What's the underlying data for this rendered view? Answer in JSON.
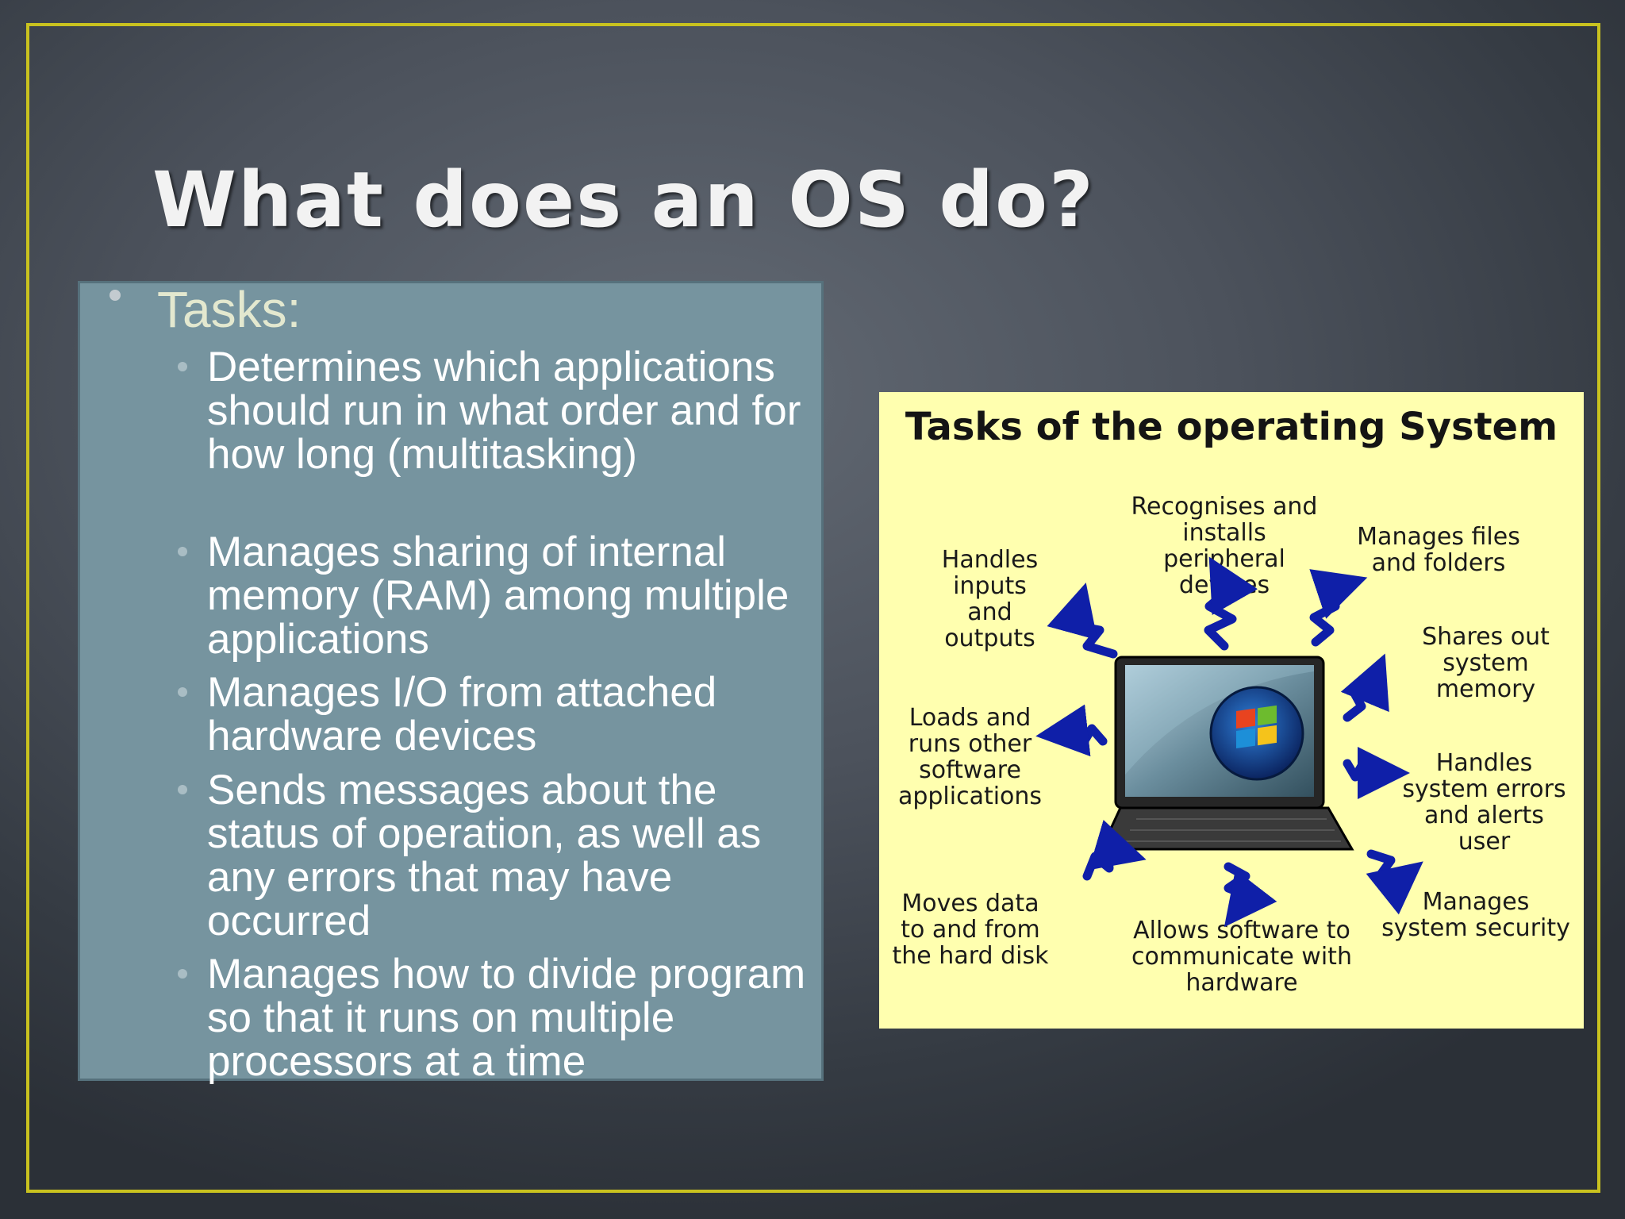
{
  "slide": {
    "title": "What does an OS do?",
    "heading": "Tasks:",
    "tasks": [
      "Determines which applications should run in what order and for how long (multitasking)",
      "Manages sharing of internal memory (RAM) among multiple applications",
      "Manages I/O from attached hardware devices",
      "Sends messages about the status of operation, as well as any errors that may have occurred",
      "Manages how to divide program so that it runs on multiple processors at a time"
    ]
  },
  "figure": {
    "title": "Tasks of the operating System",
    "labels": {
      "handles_io": "Handles inputs and outputs",
      "peripherals": "Recognises and installs peripheral devices",
      "files": "Manages files and folders",
      "memory": "Shares out system memory",
      "loads": "Loads and runs other software applications",
      "errors": "Handles system errors and alerts user",
      "disk": "Moves data to and from the hard disk",
      "communicate": "Allows software to communicate with hardware",
      "security": "Manages system security"
    }
  },
  "colors": {
    "frame": "#c9c21f",
    "content_box": "#76949f",
    "figure_bg": "#ffffaf",
    "arrow": "#0f1fa8"
  }
}
